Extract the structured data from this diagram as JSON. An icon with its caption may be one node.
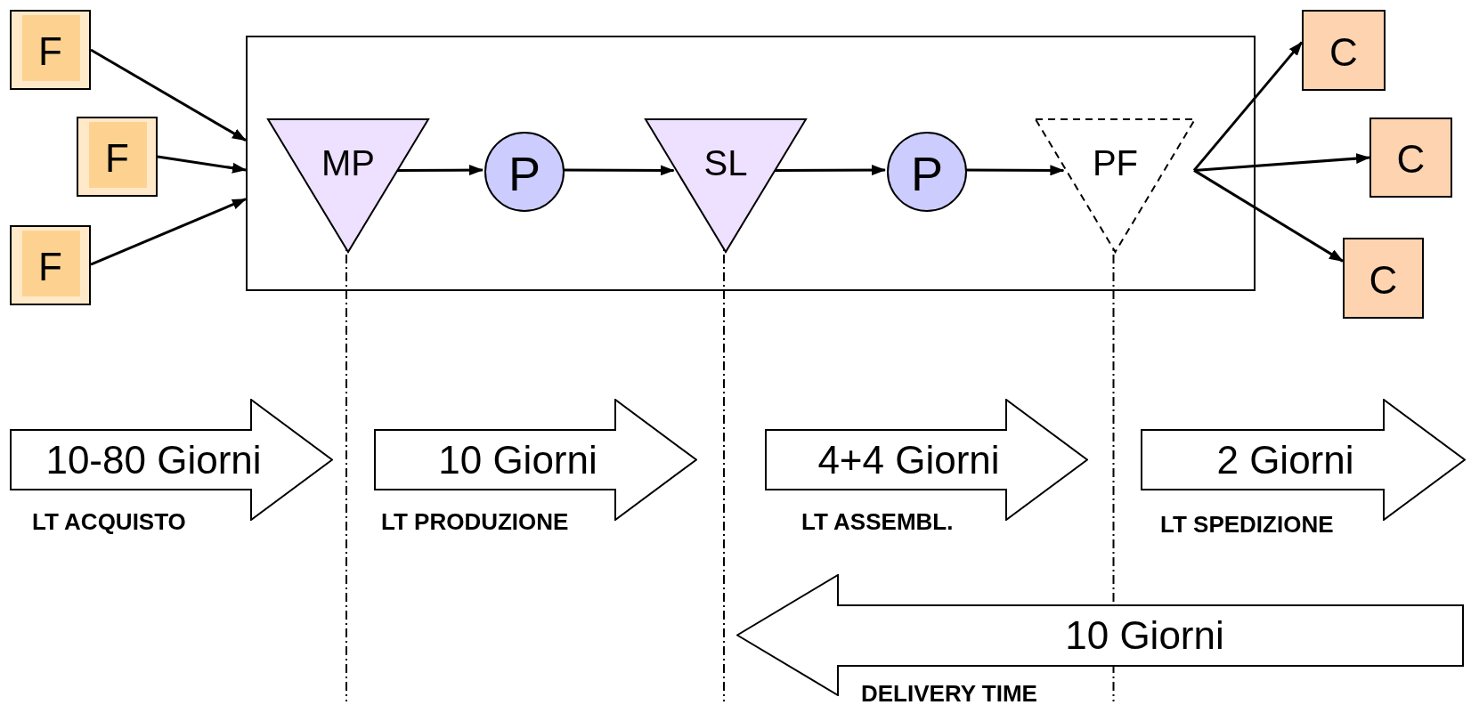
{
  "diagram": {
    "nodes": [
      {
        "text": [],
        "shape": "box"
      },
      {
        "text": [
          "F"
        ]
      },
      {
        "text": [
          "F"
        ]
      },
      {
        "text": [
          "F"
        ]
      },
      {
        "text": [
          "MP"
        ],
        "in": 0
      },
      {
        "text": [
          "P"
        ],
        "in": 0
      },
      {
        "text": [
          "SL"
        ],
        "in": 0
      },
      {
        "text": [
          "P"
        ],
        "in": 0
      },
      {
        "text": [
          "PF"
        ],
        "in": 0
      },
      {
        "text": [
          "C"
        ]
      },
      {
        "text": [
          "C"
        ]
      },
      {
        "text": [
          "C"
        ]
      },
      {
        "text": [
          "10-80 Giorni"
        ],
        "beside": [
          "LT ACQUISTO"
        ]
      },
      {
        "text": [
          "10 Giorni"
        ],
        "beside": [
          "LT PRODUZIONE"
        ]
      },
      {
        "text": [
          "4+4 Giorni"
        ],
        "beside": [
          "LT ASSEMBL."
        ]
      },
      {
        "text": [
          "2 Giorni"
        ],
        "beside": [
          "LT SPEDIZIONE"
        ]
      },
      {
        "text": [
          "10 Giorni"
        ],
        "beside": [
          "DELIVERY TIME"
        ]
      }
    ],
    "edges": [
      {
        "from": 1,
        "to": 0,
        "arrow": "to"
      },
      {
        "from": 2,
        "to": 0,
        "arrow": "to"
      },
      {
        "from": 3,
        "to": 0,
        "arrow": "to"
      },
      {
        "from": 4,
        "to": 5,
        "arrow": "to"
      },
      {
        "from": 5,
        "to": 6,
        "arrow": "to"
      },
      {
        "from": 6,
        "to": 7,
        "arrow": "to"
      },
      {
        "from": 7,
        "to": 8,
        "arrow": "to"
      },
      {
        "from": 8,
        "to": 9,
        "arrow": "to"
      },
      {
        "from": 8,
        "to": 10,
        "arrow": "to"
      },
      {
        "from": 8,
        "to": 11,
        "arrow": "to"
      }
    ]
  }
}
